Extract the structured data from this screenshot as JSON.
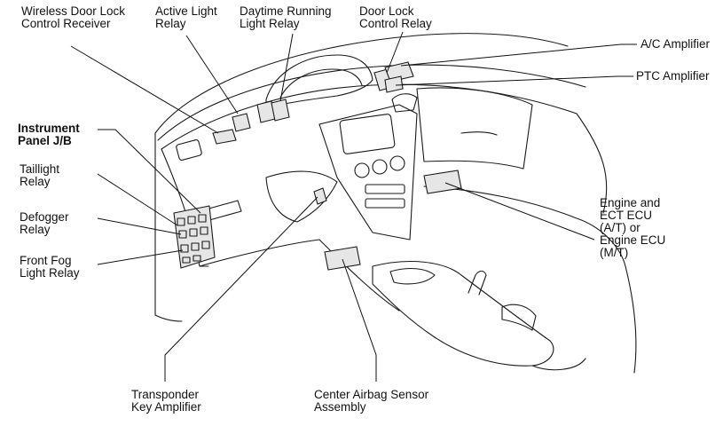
{
  "labels": {
    "wireless_door_lock": [
      "Wireless Door Lock",
      "Control Receiver"
    ],
    "active_light": [
      "Active Light",
      "Relay"
    ],
    "daytime_running": [
      "Daytime Running",
      "Light Relay"
    ],
    "door_lock_control": [
      "Door Lock",
      "Control Relay"
    ],
    "ac_amplifier": [
      "A/C Amplifier"
    ],
    "ptc_amplifier": [
      "PTC Amplifier"
    ],
    "instrument_panel_jb": [
      "Instrument",
      "Panel J/B"
    ],
    "taillight": [
      "Taillight",
      "Relay"
    ],
    "defogger": [
      "Defogger",
      "Relay"
    ],
    "front_fog": [
      "Front Fog",
      "Light Relay"
    ],
    "engine_ecu": [
      "Engine and",
      "ECT ECU",
      "(A/T) or",
      "Engine ECU",
      "(M/T)"
    ],
    "transponder": [
      "Transponder",
      "Key Amplifier"
    ],
    "center_airbag": [
      "Center Airbag Sensor",
      "Assembly"
    ]
  },
  "colors": {
    "ink": "#111111",
    "background": "#ffffff",
    "component_fill": "#e6e6e6"
  }
}
